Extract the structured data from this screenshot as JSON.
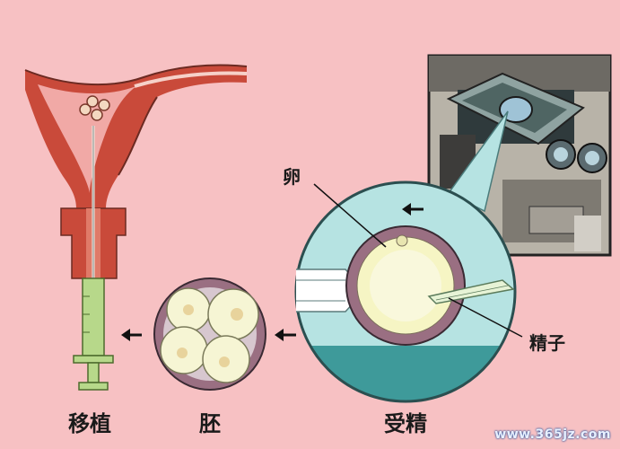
{
  "labels": {
    "transfer": "移植",
    "embryo": "胚",
    "fertilization": "受精",
    "egg": "卵",
    "sperm": "精子"
  },
  "watermark": "www.365jz.com",
  "colors": {
    "background": "#f7c1c3",
    "uterus_wall": "#c94a3a",
    "uterus_inner": "#f1a9a6",
    "dish_liquid": "#b6e3e2",
    "dish_bottom": "#3e9a9a",
    "egg_shell": "#9a6f82",
    "egg_core": "#f6f5c4",
    "syringe": "#b7d88a"
  }
}
